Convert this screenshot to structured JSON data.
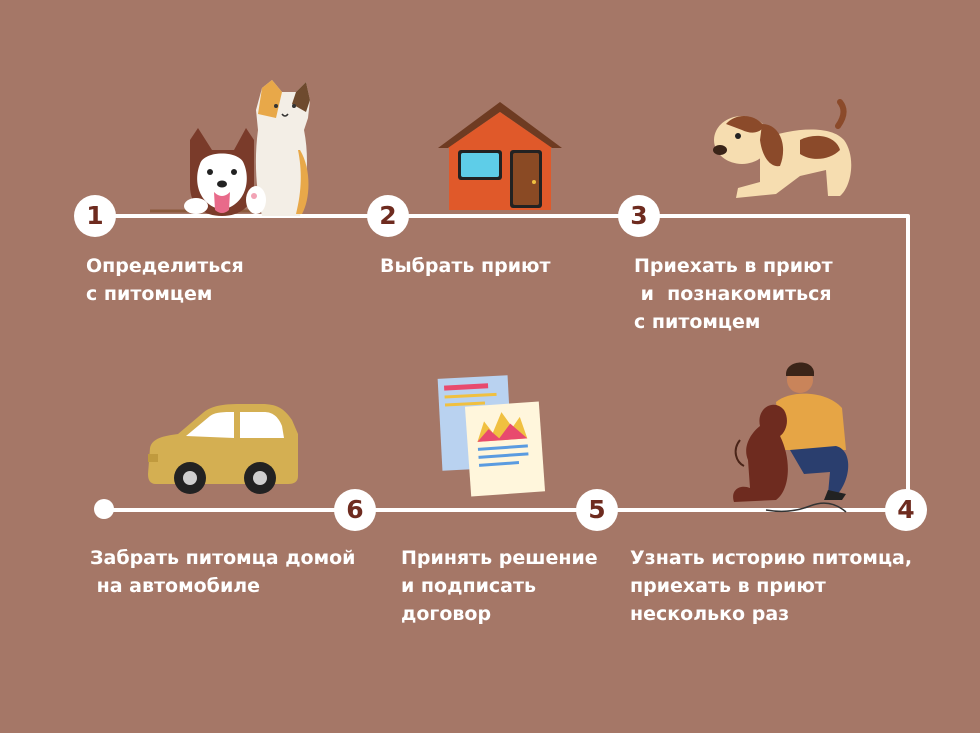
{
  "colors": {
    "background": "#A57767",
    "line": "#FFFFFF",
    "number_text": "#6E2B1F",
    "label_text": "#FFFFFF"
  },
  "steps": [
    {
      "number": "1",
      "label": "Определиться\nс питомцем"
    },
    {
      "number": "2",
      "label": "Выбрать приют"
    },
    {
      "number": "3",
      "label": "Приехать в приют\n и  познакомиться\nс питомцем"
    },
    {
      "number": "4",
      "label": "Узнать историю питомца,\nприехать в приют\nнесколько раз"
    },
    {
      "number": "5",
      "label": "Принять решение\nи подписать\nдоговор"
    },
    {
      "number": "6",
      "label": "Забрать питомца домой\n на автомобиле"
    }
  ],
  "icons": [
    "husky-and-cat-icon",
    "shelter-house-icon",
    "dog-icon",
    "man-with-dog-icon",
    "documents-icon",
    "car-icon"
  ]
}
